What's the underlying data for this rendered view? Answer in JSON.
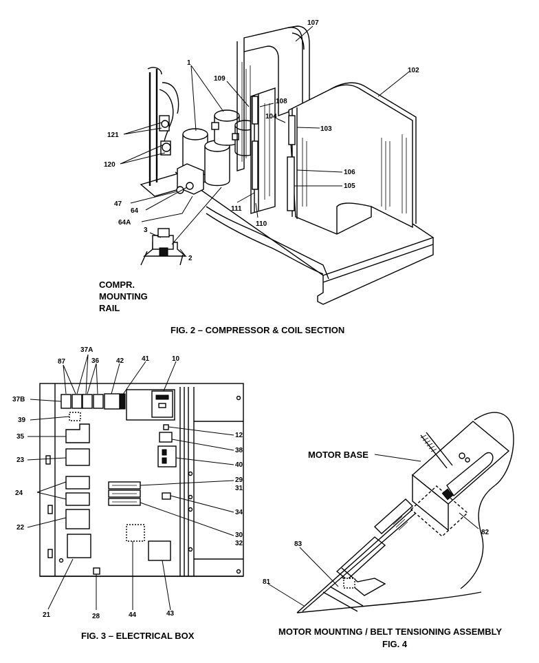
{
  "fig2": {
    "caption": "FIG. 2 – COMPRESSOR & COIL SECTION",
    "rail_label": [
      "COMPR.",
      "MOUNTING",
      "RAIL"
    ],
    "callouts": [
      "107",
      "102",
      "1",
      "109",
      "108",
      "104",
      "103",
      "121",
      "120",
      "106",
      "105",
      "47",
      "64",
      "64A",
      "111",
      "110",
      "3",
      "2"
    ]
  },
  "fig3": {
    "caption": "FIG. 3 – ELECTRICAL BOX",
    "callouts": [
      "87",
      "37A",
      "36",
      "42",
      "41",
      "10",
      "37B",
      "39",
      "35",
      "12",
      "38",
      "23",
      "40",
      "29",
      "31",
      "24",
      "34",
      "22",
      "30",
      "32",
      "21",
      "28",
      "44",
      "43"
    ]
  },
  "fig4": {
    "caption_line1": "MOTOR MOUNTING / BELT TENSIONING ASSEMBLY",
    "caption_line2": "FIG. 4",
    "motor_base_label": "MOTOR BASE",
    "callouts": [
      "82",
      "83",
      "81"
    ]
  }
}
